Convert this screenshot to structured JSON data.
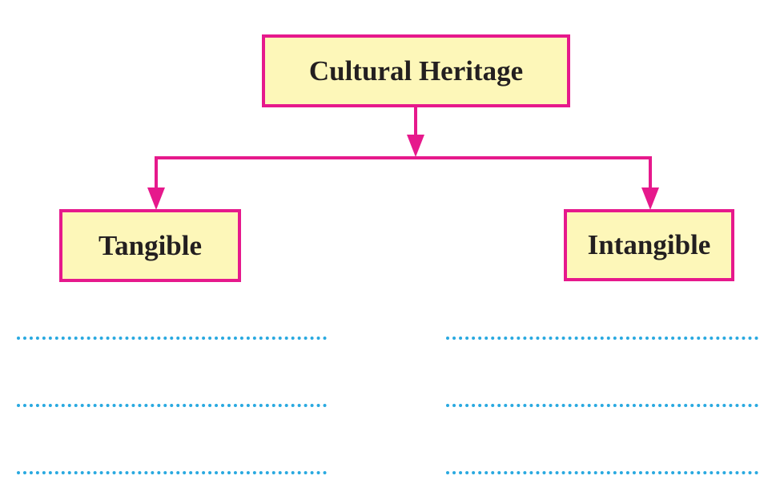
{
  "diagram": {
    "root": {
      "label": "Cultural Heritage"
    },
    "children": [
      {
        "label": "Tangible",
        "answer_lines": 3
      },
      {
        "label": "Intangible",
        "answer_lines": 3
      }
    ]
  },
  "colors": {
    "box_fill": "#fdf7b9",
    "box_border": "#e6198c",
    "arrow": "#e6198c",
    "answer_line": "#29a9e0",
    "text": "#231f20"
  }
}
